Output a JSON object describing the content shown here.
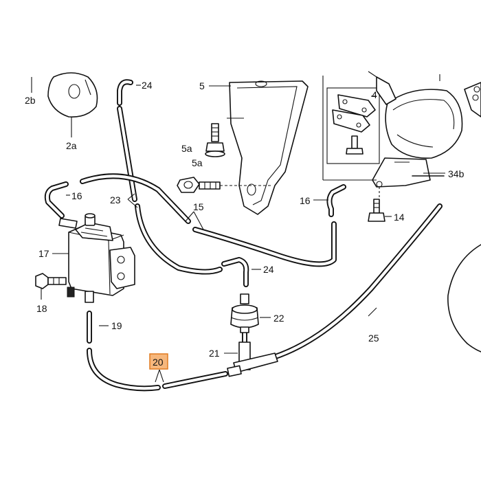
{
  "labels": {
    "l2b": "2b",
    "l2a": "2a",
    "l24_top": "24",
    "l5": "5",
    "l5a_1": "5a",
    "l5a_2": "5a",
    "l4": "4",
    "l16_left": "16",
    "l23": "23",
    "l15": "15",
    "l16_right": "16",
    "l34b": "34b",
    "l14": "14",
    "l17": "17",
    "l18": "18",
    "l24_mid": "24",
    "l22": "22",
    "l19": "19",
    "l21": "21",
    "l25": "25",
    "l20": "20"
  },
  "highlight": {
    "label": "20",
    "color": "#f6b77c",
    "border": "#e07a1e"
  }
}
